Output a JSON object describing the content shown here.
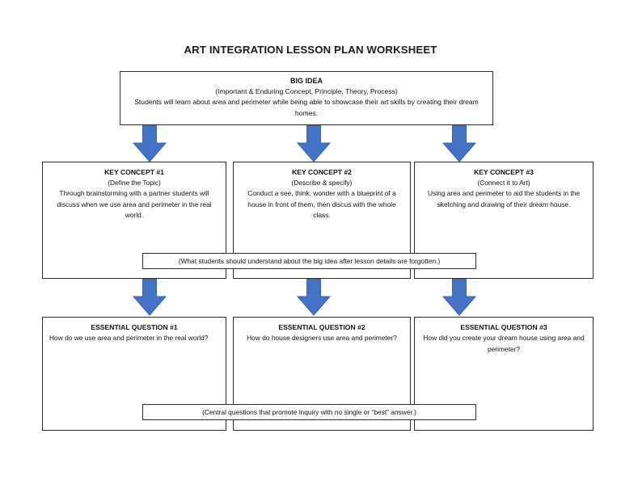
{
  "document": {
    "title": "ART INTEGRATION LESSON PLAN WORKSHEET"
  },
  "colors": {
    "arrow_blue": "#4472C4",
    "arrow_blue_dark": "#3A63AE",
    "border": "#2b2b2b",
    "text": "#121212",
    "background": "#ffffff"
  },
  "big_idea": {
    "title": "BIG IDEA",
    "subtitle": "(Important & Enduring Concept, Principle, Theory, Process)",
    "body": "Students will learn about area and perimeter while being able to showcase their art skills by creating their dream homes."
  },
  "key_concepts": [
    {
      "title": "KEY CONCEPT #1",
      "subtitle": "(Define the Topic)",
      "body": "Through brainstorming with a partner students will discuss when we use area and perimeter in the real world."
    },
    {
      "title": "KEY CONCEPT #2",
      "subtitle": "(Describe & specify)",
      "body": "Conduct a see, think, wonder with a blueprint of a house in front of them, then discus with the whole class."
    },
    {
      "title": "KEY CONCEPT #3",
      "subtitle": "(Connect it to Art)",
      "body": "Using area and perimeter to aid the students in the sketching and drawing of their dream house."
    }
  ],
  "key_concepts_note": "(What students should understand about the big idea after lesson details are forgotten.)",
  "essential_questions": [
    {
      "title": "ESSENTIAL QUESTION #1",
      "body": "How do we use area and perimeter in the real world?"
    },
    {
      "title": "ESSENTIAL QUESTION #2",
      "body": "How do house designers use area and perimeter?"
    },
    {
      "title": "ESSENTIAL QUESTION #3",
      "body": "How did you create your dream house using area and perimeter?"
    }
  ],
  "essential_questions_note": "(Central questions that promote inquiry with no single or “best” answer.)",
  "arrows": {
    "icon": "arrow-down-icon",
    "count": 6
  }
}
